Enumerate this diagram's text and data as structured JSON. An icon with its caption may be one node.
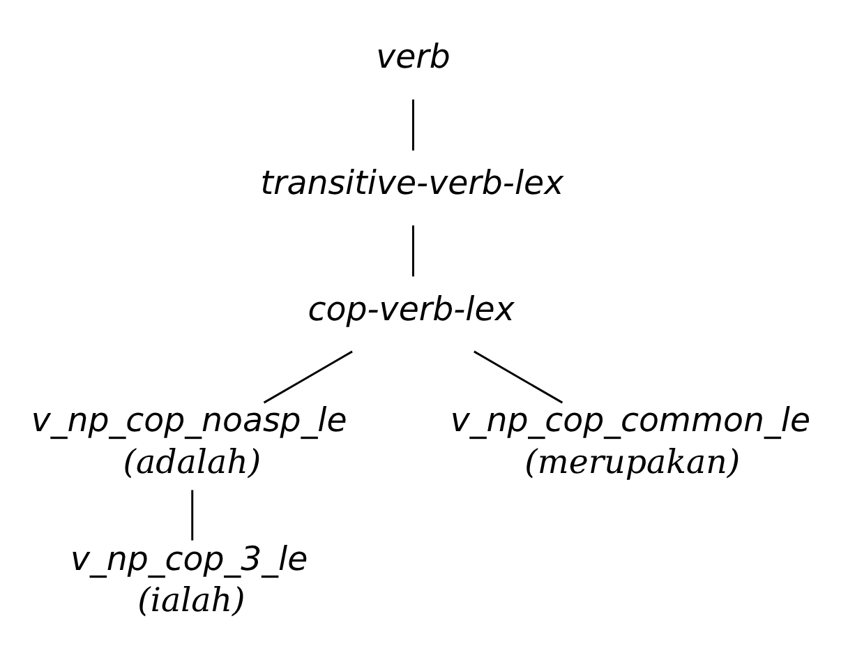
{
  "diagram": {
    "nodes": [
      {
        "text": [
          "verb"
        ]
      },
      {
        "text": [
          "transitive-verb-lex"
        ]
      },
      {
        "text": [
          "cop-verb-lex"
        ]
      },
      {
        "text": [
          "v_np_cop_noasp_le",
          "(adalah)"
        ]
      },
      {
        "text": [
          "v_np_cop_common_le",
          "(merupakan)"
        ]
      },
      {
        "text": [
          "v_np_cop_3_le",
          "(ialah)"
        ]
      }
    ],
    "edges": [
      {
        "from": 0,
        "to": 1,
        "arrow": "none"
      },
      {
        "from": 1,
        "to": 2,
        "arrow": "none"
      },
      {
        "from": 2,
        "to": 3,
        "arrow": "none"
      },
      {
        "from": 2,
        "to": 4,
        "arrow": "none"
      },
      {
        "from": 3,
        "to": 5,
        "arrow": "none"
      }
    ]
  }
}
